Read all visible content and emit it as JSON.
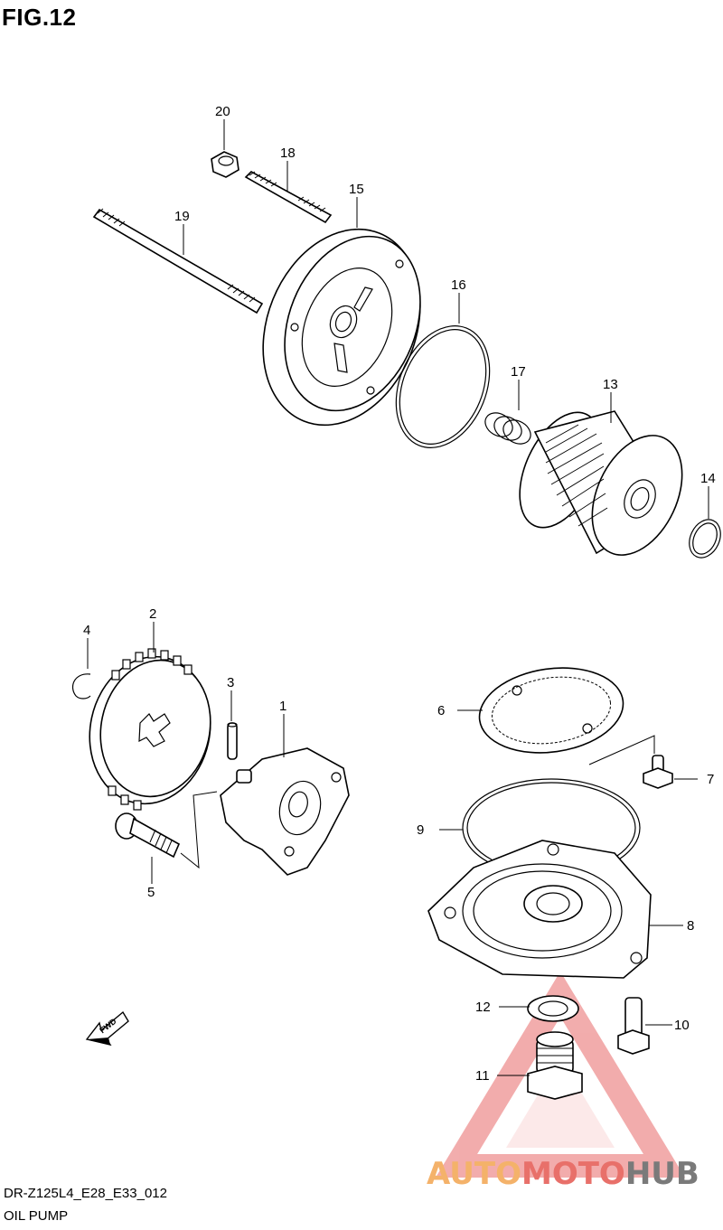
{
  "figure_title": "FIG.12",
  "footer": {
    "model_code": "DR-Z125L4_E28_E33_012",
    "section_name": "OIL PUMP"
  },
  "direction_label": "FWD",
  "watermark": {
    "part_1": "AUTO",
    "part_2": "MOTO",
    "part_3": "HUB",
    "color_1": "#f4b26a",
    "color_2": "#e8706a",
    "color_3": "#7a7a7a",
    "triangle_color": "#e86a6a"
  },
  "callouts": {
    "c1": "1",
    "c2": "2",
    "c3": "3",
    "c4": "4",
    "c5": "5",
    "c6": "6",
    "c7": "7",
    "c8": "8",
    "c9": "9",
    "c10": "10",
    "c11": "11",
    "c12": "12",
    "c13": "13",
    "c14": "14",
    "c15": "15",
    "c16": "16",
    "c17": "17",
    "c18": "18",
    "c19": "19",
    "c20": "20"
  }
}
